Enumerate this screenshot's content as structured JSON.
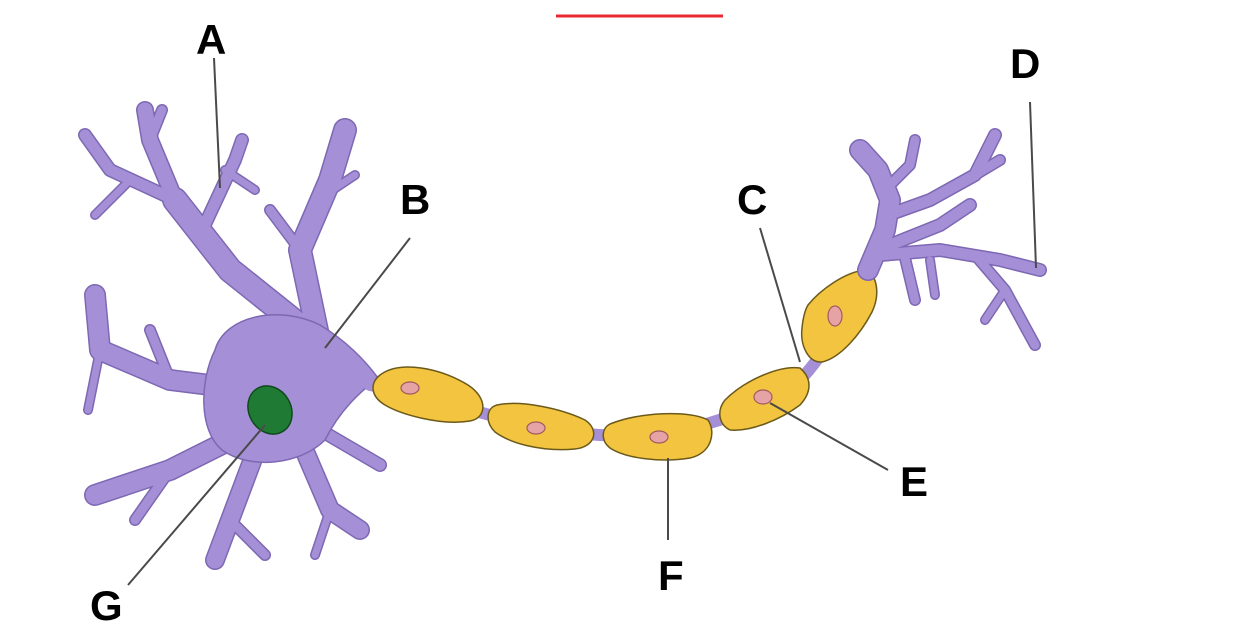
{
  "labels": {
    "A": "A",
    "B": "B",
    "C": "C",
    "D": "D",
    "E": "E",
    "F": "F",
    "G": "G"
  },
  "colors": {
    "neuron": "#a58fd6",
    "neuron_edge": "#7d68b3",
    "myelin": "#f3c43f",
    "myelin_edge": "#6b5a1a",
    "schwann_nucleus": "#e6a3a6",
    "cell_nucleus": "#1f7a33",
    "accent_line": "#e8292f",
    "leader_line": "#4a4a4a",
    "label_text": "#000000"
  }
}
